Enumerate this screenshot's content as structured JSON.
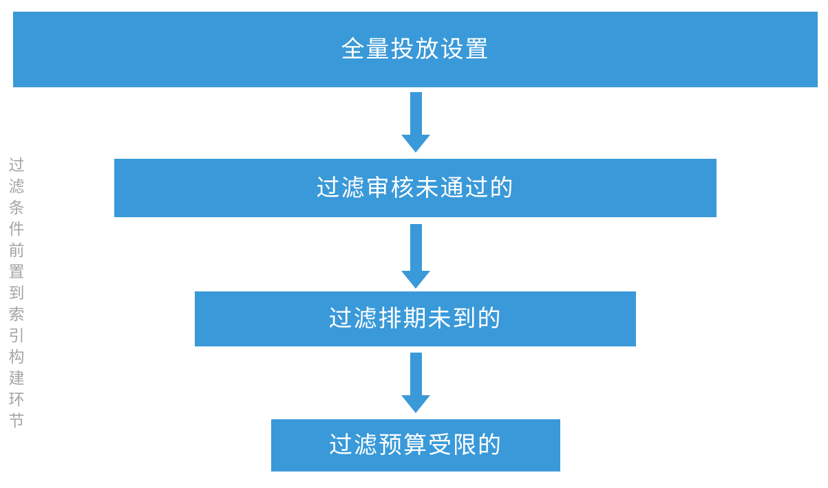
{
  "diagram": {
    "title_hint": "funnel-flow-diagram",
    "side_label": "过滤条件前置到索引构建环节",
    "steps": [
      {
        "label": "全量投放设置"
      },
      {
        "label": "过滤审核未通过的"
      },
      {
        "label": "过滤排期未到的"
      },
      {
        "label": "过滤预算受限的"
      }
    ],
    "arrows": [
      {
        "name": "arrow-down-1"
      },
      {
        "name": "arrow-down-2"
      },
      {
        "name": "arrow-down-3"
      }
    ],
    "colors": {
      "bar_blue": "#3A99D8",
      "arrow_blue": "#3A99D8",
      "side_gray": "#A5A5A5",
      "bar_text": "#FFFFFF",
      "bg": "#FFFFFF"
    }
  }
}
